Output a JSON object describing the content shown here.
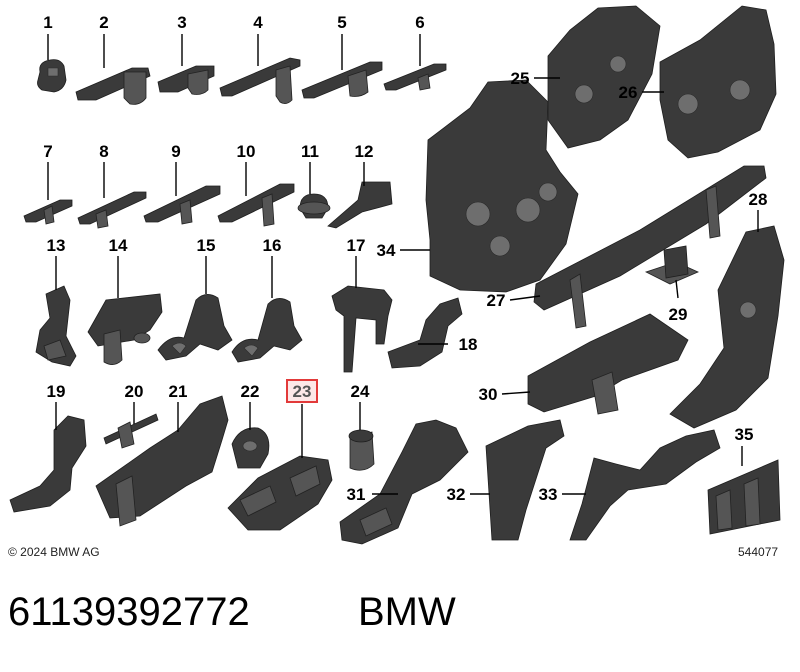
{
  "diagram": {
    "callouts": [
      "1",
      "2",
      "3",
      "4",
      "5",
      "6",
      "7",
      "8",
      "9",
      "10",
      "11",
      "12",
      "13",
      "14",
      "15",
      "16",
      "17",
      "18",
      "19",
      "20",
      "21",
      "22",
      "23",
      "24",
      "25",
      "26",
      "27",
      "28",
      "29",
      "30",
      "31",
      "32",
      "33",
      "34",
      "35"
    ],
    "highlighted_callout": "23",
    "highlight_color": "#e23a3a",
    "part_color": "#3a3a3a",
    "copyright": "© 2024 BMW AG",
    "drawing_id": "544077"
  },
  "footer": {
    "part_number": "61139392772",
    "brand": "BMW"
  }
}
